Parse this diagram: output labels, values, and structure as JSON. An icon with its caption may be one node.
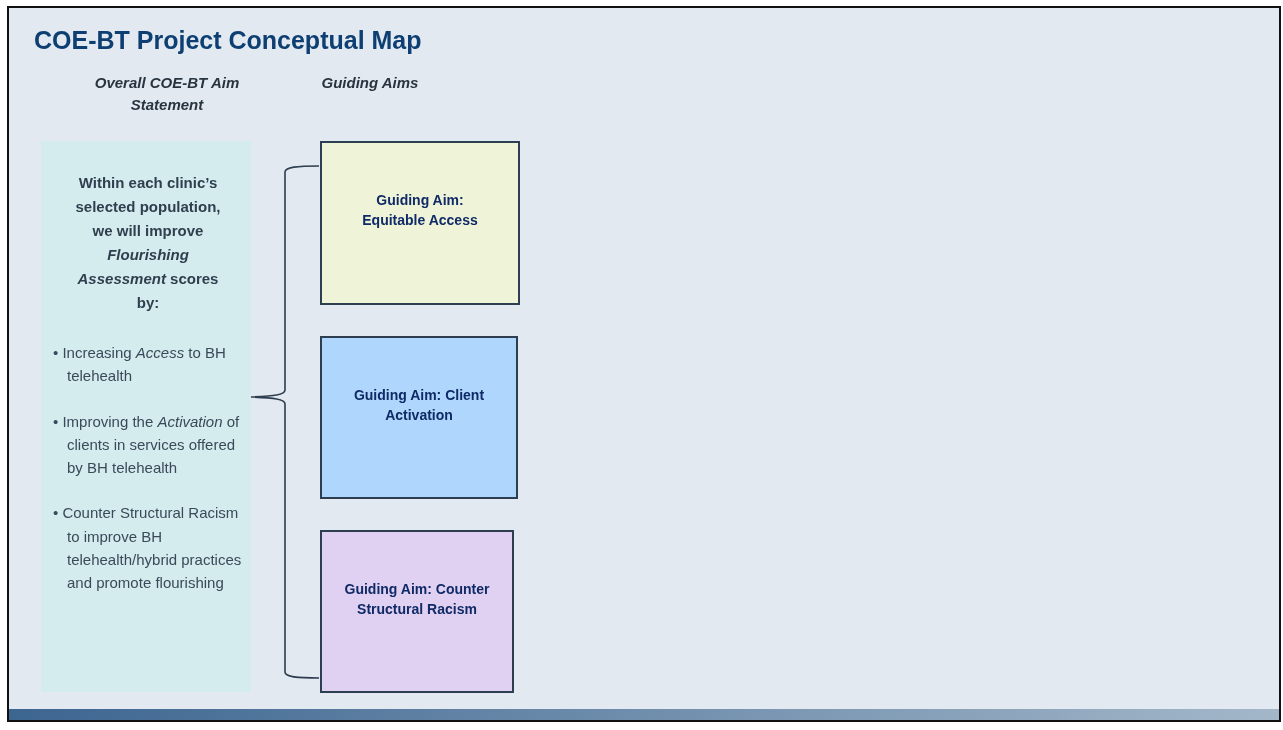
{
  "diagram": {
    "title": "COE-BT Project Conceptual Map",
    "nodes": [
      {
        "text": [
          "Within each clinic’s selected population, we will improve *Flourishing Assessment* scores by:",
          "• Increasing *Access* to BH telehealth",
          "• Improving the *Activation* of clients in services offered by BH telehealth",
          "• Counter Structural Racism to improve BH telehealth/hybrid practices and promote flourishing"
        ]
      },
      {
        "text": [
          "Guiding Aim: Equitable Access"
        ]
      },
      {
        "text": [
          "Guiding Aim: Client Activation"
        ]
      },
      {
        "text": [
          "Guiding Aim: Counter Structural Racism"
        ]
      }
    ],
    "labels": [
      "Overall COE-BT Aim Statement",
      "Guiding Aims"
    ]
  }
}
